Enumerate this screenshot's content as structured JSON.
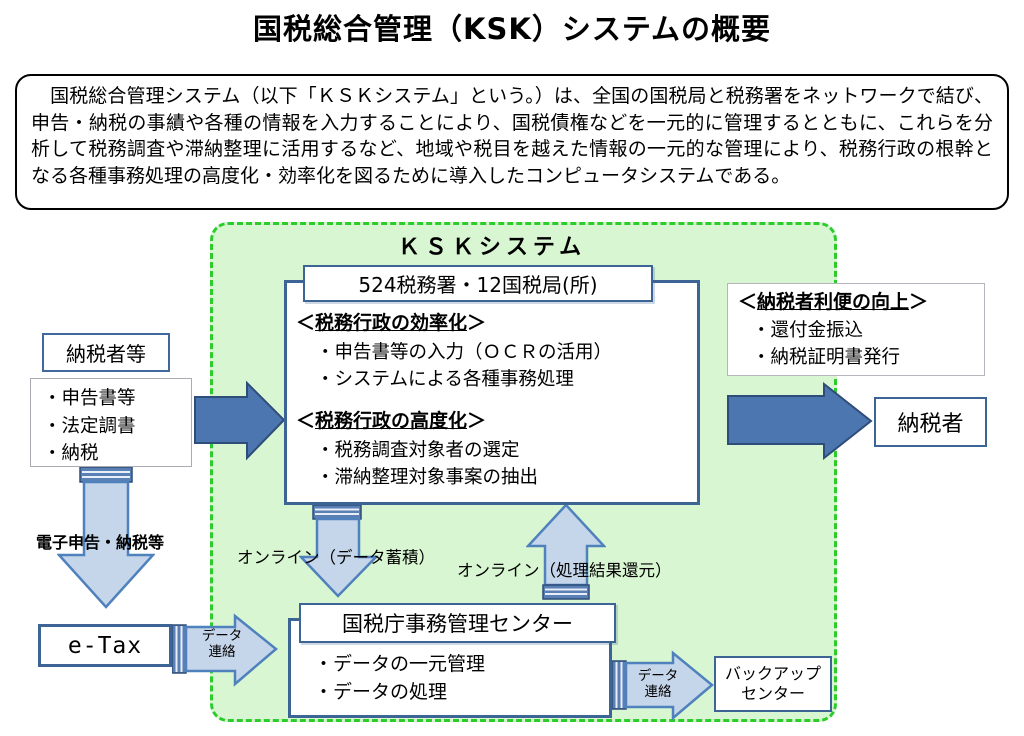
{
  "title": "国税総合管理（KSK）システムの概要",
  "intro": {
    "text": "　国税総合管理システム（以下「ＫＳＫシステム」という。）は、全国の国税局と税務署をネットワークで結び、申告・納税の事績や各種の情報を入力することにより、国税債権などを一元的に管理するとともに、これらを分析して税務調査や滞納整理に活用するなど、地域や税目を越えた情報の一元的な管理により、税務行政の根幹となる各種事務処理の高度化・効率化を図るために導入したコンピュータシステムである。"
  },
  "ksk_zone": {
    "label": "ＫＳＫシステム"
  },
  "main_box": {
    "header": "524税務署・12国税局(所)",
    "efficiency": {
      "bracket_open": "＜",
      "label": "税務行政の効率化",
      "bracket_close": "＞",
      "items": [
        "・申告書等の入力（ＯＣＲの活用）",
        "・システムによる各種事務処理"
      ]
    },
    "advancement": {
      "bracket_open": "＜",
      "label": "税務行政の高度化",
      "bracket_close": "＞",
      "items": [
        "・税務調査対象者の選定",
        "・滞納整理対象事案の抽出"
      ]
    }
  },
  "left": {
    "taxpayer_box": "納税者等",
    "inputs": [
      "・申告書等",
      "・法定調書",
      "・納税"
    ],
    "down_arrow_label": "電子申告・納税等",
    "etax": "e-Tax"
  },
  "arrows": {
    "data_link_1": {
      "line1": "データ",
      "line2": "連絡"
    },
    "online_down": "オンライン（データ蓄積）",
    "online_up": "オンライン（処理結果還元）",
    "data_link_2": {
      "line1": "データ",
      "line2": "連絡"
    }
  },
  "nta_center": {
    "header": "国税庁事務管理センター",
    "items": [
      "・データの一元管理",
      "・データの処理"
    ]
  },
  "backup": {
    "line1": "バックアップ",
    "line2": "センター"
  },
  "right": {
    "benefit": {
      "bracket_open": "＜",
      "label": "納税者利便の向上",
      "bracket_close": "＞",
      "items": [
        "・還付金振込",
        "・納税証明書発行"
      ]
    },
    "taxpayer_box": "納税者"
  },
  "colors": {
    "zone_fill": "#d9f6d2",
    "zone_dash": "#2dcc2d",
    "box_border": "#3c6595",
    "dark_arrow_fill": "#4c76b0",
    "dark_arrow_stroke": "#2e4d79",
    "light_arrow_fill": "#c5d5ea",
    "light_arrow_stroke": "#4f81bd"
  }
}
